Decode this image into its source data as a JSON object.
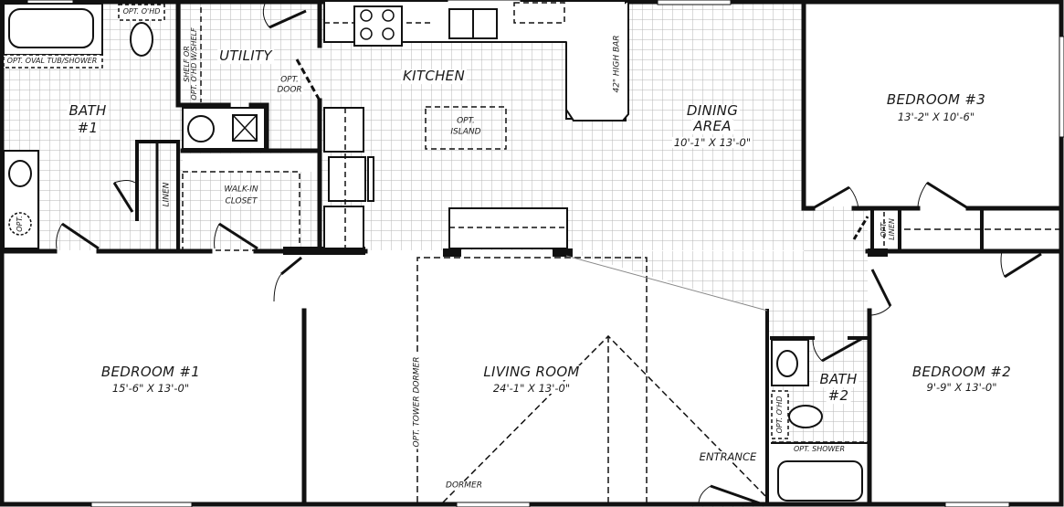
{
  "floor_plan": {
    "rooms": {
      "bath1": {
        "name": "BATH",
        "number": "#1"
      },
      "utility": {
        "name": "UTILITY"
      },
      "kitchen": {
        "name": "KITCHEN"
      },
      "dining": {
        "name": "DINING",
        "name2": "AREA",
        "dims": "10'-1\" X 13'-0\""
      },
      "bedroom3": {
        "name": "BEDROOM #3",
        "dims": "13'-2\" X 10'-6\""
      },
      "bedroom1": {
        "name": "BEDROOM #1",
        "dims": "15'-6\" X 13'-0\""
      },
      "living": {
        "name": "LIVING ROOM",
        "dims": "24'-1\" X 13'-0\""
      },
      "bath2": {
        "name": "BATH",
        "number": "#2"
      },
      "bedroom2": {
        "name": "BEDROOM #2",
        "dims": "9'-9\" X 13'-0\""
      },
      "walkin": {
        "name": "WALK-IN",
        "name2": "CLOSET"
      },
      "entrance": {
        "name": "ENTRANCE"
      }
    },
    "annotations": {
      "opt_ohd_bath1": "OPT. O'HD",
      "opt_oval_tub": "OPT. OVAL TUB/SHOWER",
      "shelf_line1": "SHELF OR",
      "shelf_line2": "OPT. O'HD W/SHELF",
      "opt_door_1": "OPT.",
      "opt_door_2": "DOOR",
      "opt_island_1": "OPT.",
      "opt_island_2": "ISLAND",
      "high_bar": "42\" HIGH BAR",
      "linen": "LINEN",
      "opt_linen_1": "OPT.",
      "opt_linen_2": "LINEN",
      "opt_sink": "OPT.",
      "opt_tower_dormer": "OPT. TOWER DORMER",
      "dormer": "DORMER",
      "opt_ohd_bath2": "OPT. O'HD",
      "opt_shower": "OPT. SHOWER"
    }
  }
}
